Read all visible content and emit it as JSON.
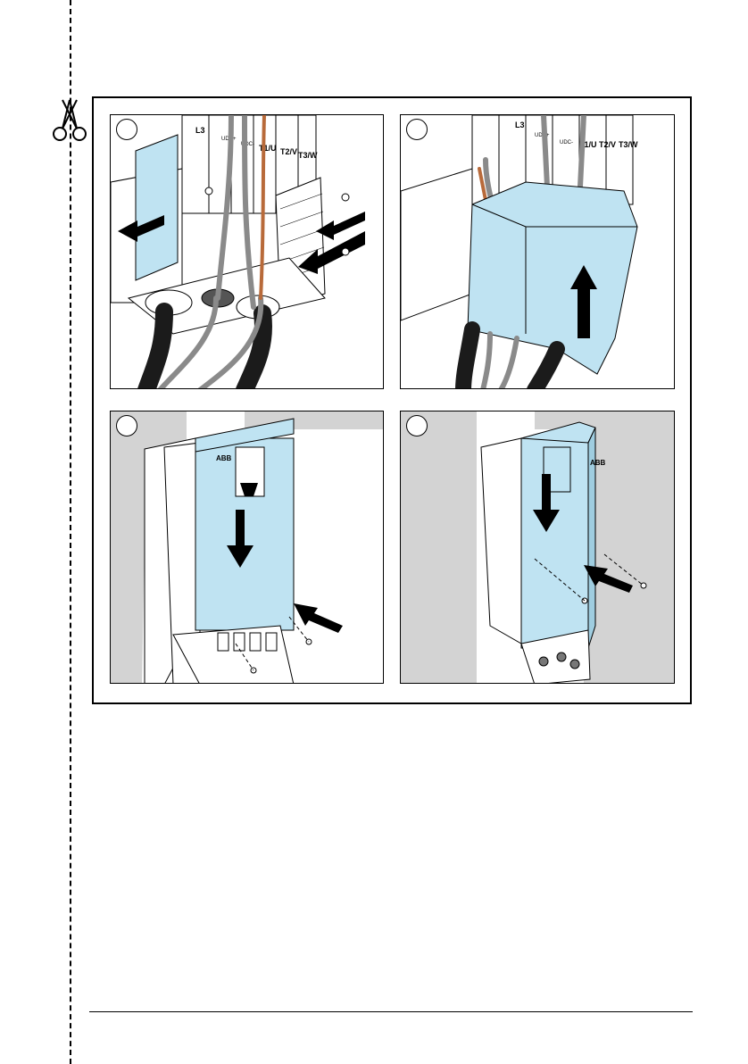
{
  "panels": [
    {
      "id": "1",
      "labels": [
        "L3",
        "UDC+",
        "UDC-",
        "T1/U",
        "T2/V",
        "T3/W"
      ]
    },
    {
      "id": "2",
      "labels": [
        "L3",
        "UDC+",
        "UDC-",
        "T1/U",
        "T2/V",
        "T3/W"
      ]
    },
    {
      "id": "3",
      "labels": [
        "ABB"
      ]
    },
    {
      "id": "4",
      "labels": [
        "ABB"
      ]
    }
  ],
  "colors": {
    "cover_blue": "#bfe3f2",
    "cable_dark": "#1b1b1b",
    "cable_grey": "#8a8a8a",
    "wall_grey": "#d3d3d3",
    "copper": "#b86a3a"
  },
  "icons": [
    "scissors-icon",
    "arrow-icon",
    "screw-icon"
  ]
}
